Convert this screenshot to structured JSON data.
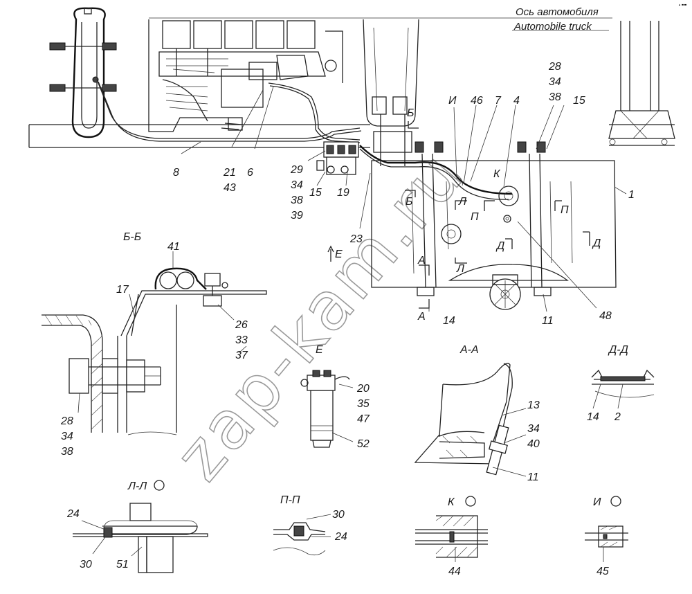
{
  "axis_caption": {
    "ru": "Ось автомобиля",
    "en": "Automobile truck"
  },
  "corner_mark": "▲ ■■■",
  "watermark": "zap-kam.ru",
  "section_titles": {
    "bb": "Б-Б",
    "e": "Е",
    "aa": "А-А",
    "dd": "Д-Д",
    "ll": "Л-Л",
    "pp": "П-П",
    "k": "К",
    "i": "И"
  },
  "view_markers": {
    "b_top": "Б",
    "b_left": "Б",
    "l_top": "Л",
    "l_bottom": "Л",
    "p_right": "П",
    "p_left": "П",
    "d_left": "Д",
    "d_right": "Д",
    "a_top": "А",
    "a_bottom": "А",
    "e": "Е",
    "k": "К"
  },
  "main_callouts": {
    "c8": "8",
    "c21_43": [
      "21",
      "43"
    ],
    "c6": "6",
    "c29_34_38_39": [
      "29",
      "34",
      "38",
      "39"
    ],
    "c15a": "15",
    "c19": "19",
    "c23": "23",
    "cI": "И",
    "c46": "46",
    "c7": "7",
    "c4": "4",
    "c28_34_38": [
      "28",
      "34",
      "38"
    ],
    "c15b": "15",
    "c1": "1",
    "c14": "14",
    "c11": "11",
    "c48": "48"
  },
  "bb_callouts": {
    "c41": "41",
    "c17": "17",
    "c26_33_37": [
      "26",
      "33",
      "37"
    ],
    "c28_34_38": [
      "28",
      "34",
      "38"
    ]
  },
  "e_callouts": {
    "c20_35_47": [
      "20",
      "35",
      "47"
    ],
    "c52": "52"
  },
  "aa_callouts": {
    "c13": "13",
    "c34_40": [
      "34",
      "40"
    ],
    "c11": "11"
  },
  "dd_callouts": {
    "c14": "14",
    "c2": "2"
  },
  "ll_callouts": {
    "c24": "24",
    "c30": "30",
    "c51": "51"
  },
  "pp_callouts": {
    "c30": "30",
    "c24": "24"
  },
  "k_callouts": {
    "c44": "44"
  },
  "i_callouts": {
    "c45": "45"
  }
}
